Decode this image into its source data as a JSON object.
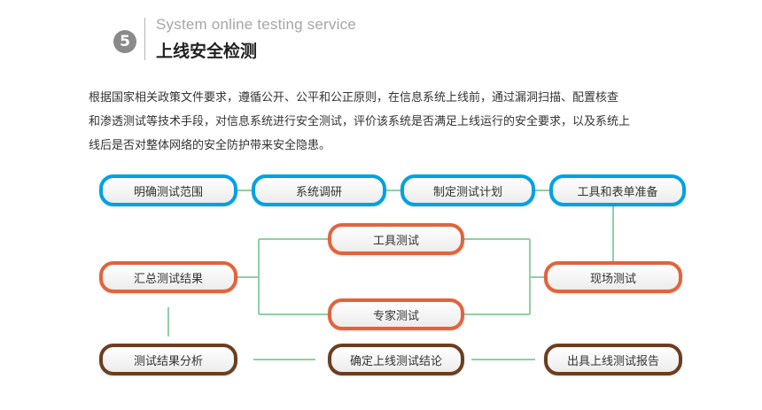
{
  "header": {
    "number": "5",
    "subtitle_en": "System online testing service",
    "title_cn": "上线安全检测"
  },
  "intro": {
    "lines": [
      "根据国家相关政策文件要求，遵循公开、公平和公正原则，在信息系统上线前，通过漏洞扫描、配置核查",
      "和渗透测试等技术手段，对信息系统进行安全测试，评价该系统是否满足上线运行的安全要求，以及系统上",
      "线后是否对整体网络的安全防护带来安全隐患。"
    ]
  },
  "flow": {
    "step1": "明确测试范围",
    "step2": "系统调研",
    "step3": "制定测试计划",
    "step4": "工具和表单准备",
    "step5": "现场测试",
    "tool_test": "工具测试",
    "expert_test": "专家测试",
    "summary": "汇总测试结果",
    "analysis": "测试结果分析",
    "conclusion": "确定上线测试结论",
    "report": "出具上线测试报告"
  },
  "colors": {
    "blue": "#00a1e2",
    "orange": "#e3633b",
    "brown": "#6b3e1f",
    "connector": "#8fd0a4"
  }
}
